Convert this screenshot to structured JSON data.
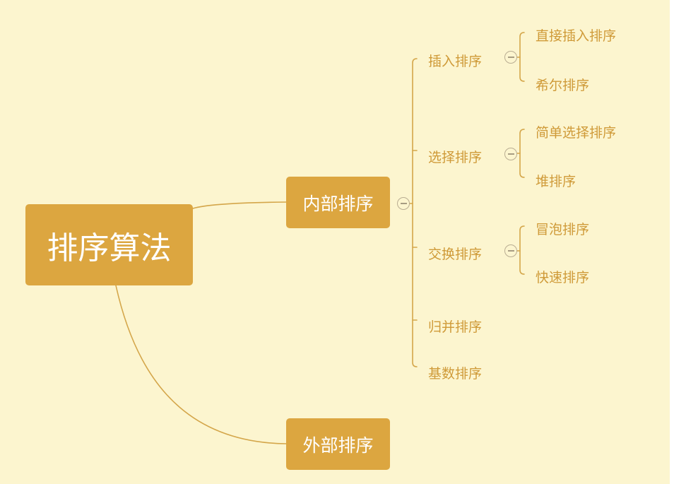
{
  "mindmap": {
    "root": "排序算法",
    "internal": "内部排序",
    "external": "外部排序",
    "internal_children": [
      {
        "label": "插入排序",
        "children": [
          "直接插入排序",
          "希尔排序"
        ]
      },
      {
        "label": "选择排序",
        "children": [
          "简单选择排序",
          "堆排序"
        ]
      },
      {
        "label": "交换排序",
        "children": [
          "冒泡排序",
          "快速排序"
        ]
      },
      {
        "label": "归并排序",
        "children": []
      },
      {
        "label": "基数排序",
        "children": []
      }
    ]
  },
  "colors": {
    "background": "#fcf5cf",
    "node_fill": "#dca640",
    "node_text": "#ffffff",
    "branch_line": "#d4a64a",
    "leaf_text": "#cf9a38",
    "collapse_icon": "#b9ad92"
  },
  "icons": [
    "collapse-icon"
  ]
}
